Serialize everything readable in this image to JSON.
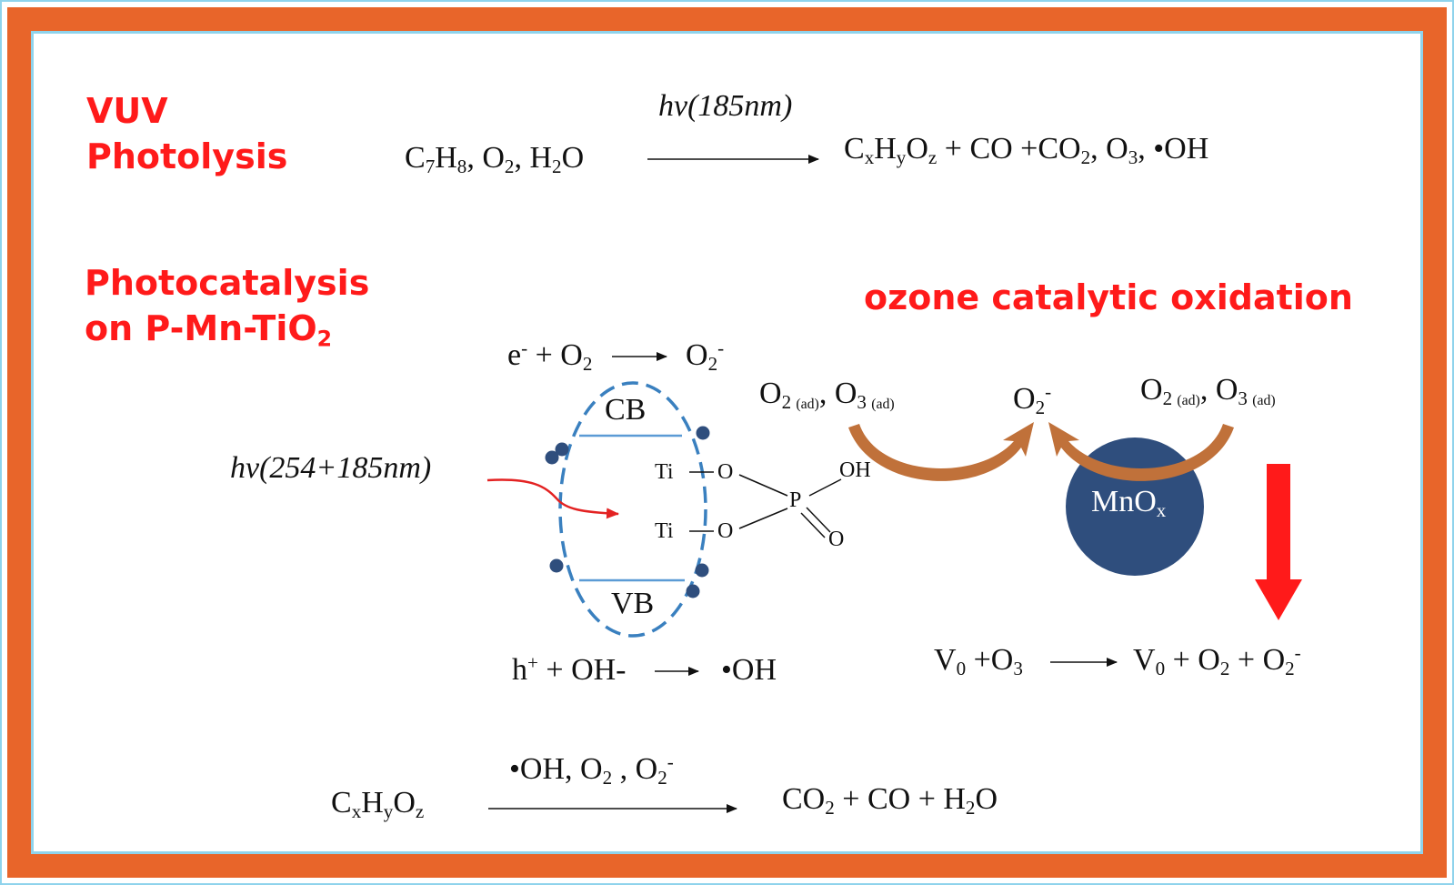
{
  "headings": {
    "vuv_line1": "VUV",
    "vuv_line2": "Photolysis",
    "photo_line1": "Photocatalysis",
    "photo_line2_prefix": "on P-Mn-TiO",
    "photo_line2_sub": "2",
    "ozone": "ozone catalytic oxidation"
  },
  "vuv_reaction": {
    "condition": "hv(185nm)"
  },
  "photocatalysis": {
    "light": "hv(254+185nm)",
    "cb_label": "CB",
    "vb_label": "VB",
    "ti_label": "Ti",
    "o_label": "O",
    "p_label": "P",
    "oh_label": "OH"
  },
  "ozone_catalysis": {
    "mnox_main": "MnO",
    "mnox_sub": "x"
  },
  "colors": {
    "heading_red": "#ff1a1a",
    "frame_orange": "#e8652a",
    "frame_cyan": "#8fd3ec",
    "ellipse_blue": "#3a80bf",
    "band_line_blue": "#5b9bd5",
    "dot_navy": "#2f4e7d",
    "mnox_circle": "#2f4e7d",
    "curved_arrow_brown": "#c0713a",
    "down_arrow_red": "#ff1a1a"
  }
}
